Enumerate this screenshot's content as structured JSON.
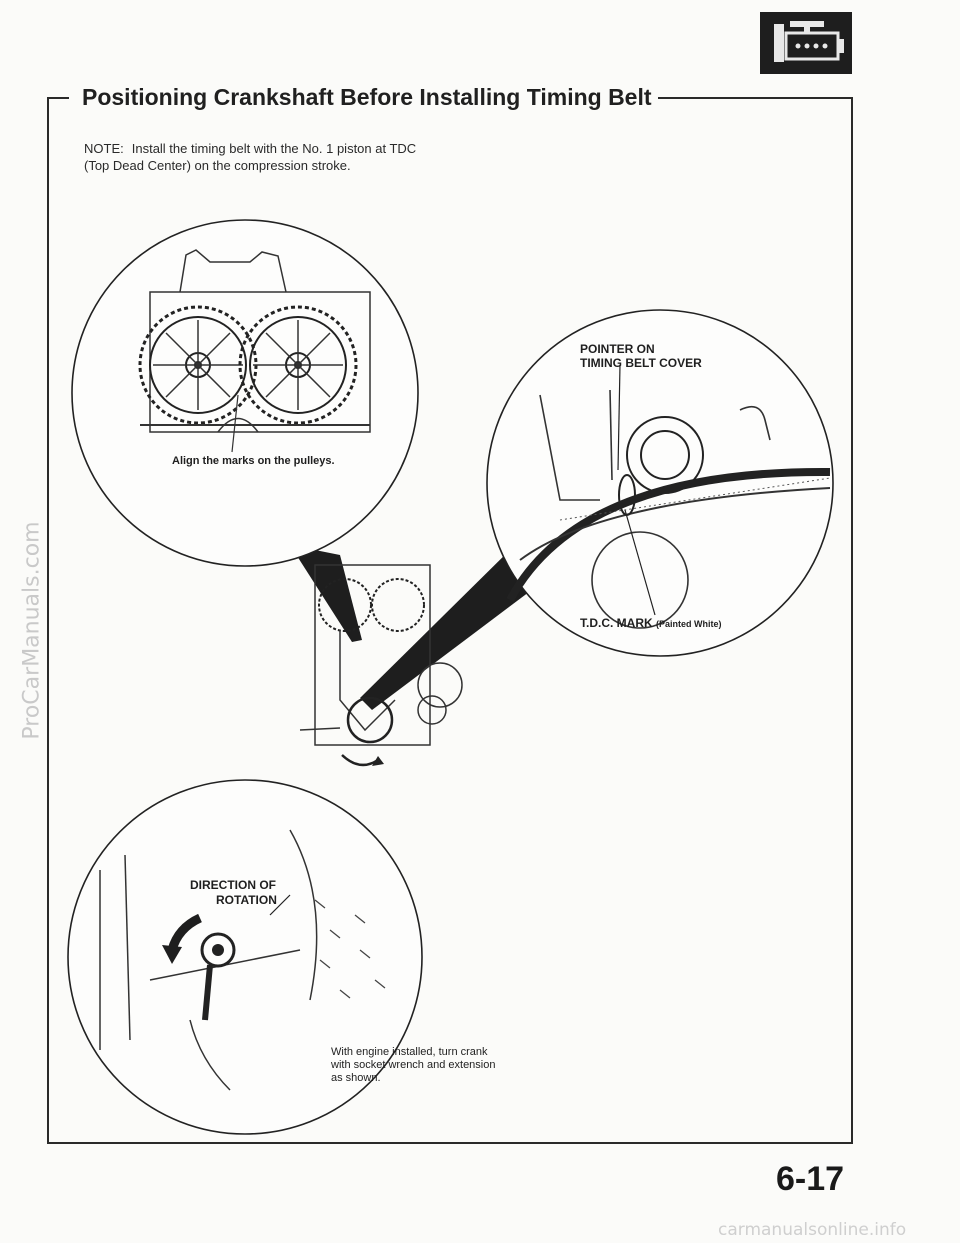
{
  "watermark_left": "ProCarManuals.com",
  "title": "Positioning Crankshaft Before Installing Timing Belt",
  "note": {
    "label": "NOTE:",
    "text": "Install the timing belt with the No. 1 piston at TDC (Top Dead Center) on the compression stroke."
  },
  "captions": {
    "align_marks": "Align the marks on the pulleys.",
    "pointer_line1": "POINTER ON",
    "pointer_line2": "TIMING BELT COVER",
    "tdc_mark": "T.D.C. MARK",
    "tdc_note": "(Painted White)",
    "direction_line1": "DIRECTION OF",
    "direction_line2": "ROTATION",
    "turn_instruction": "With engine installed, turn crank with socket wrench and extension as shown."
  },
  "page_number": "6-17",
  "footer_watermark": "carmanualsonline.info",
  "icons": {
    "section_badge": "engine-icon"
  }
}
